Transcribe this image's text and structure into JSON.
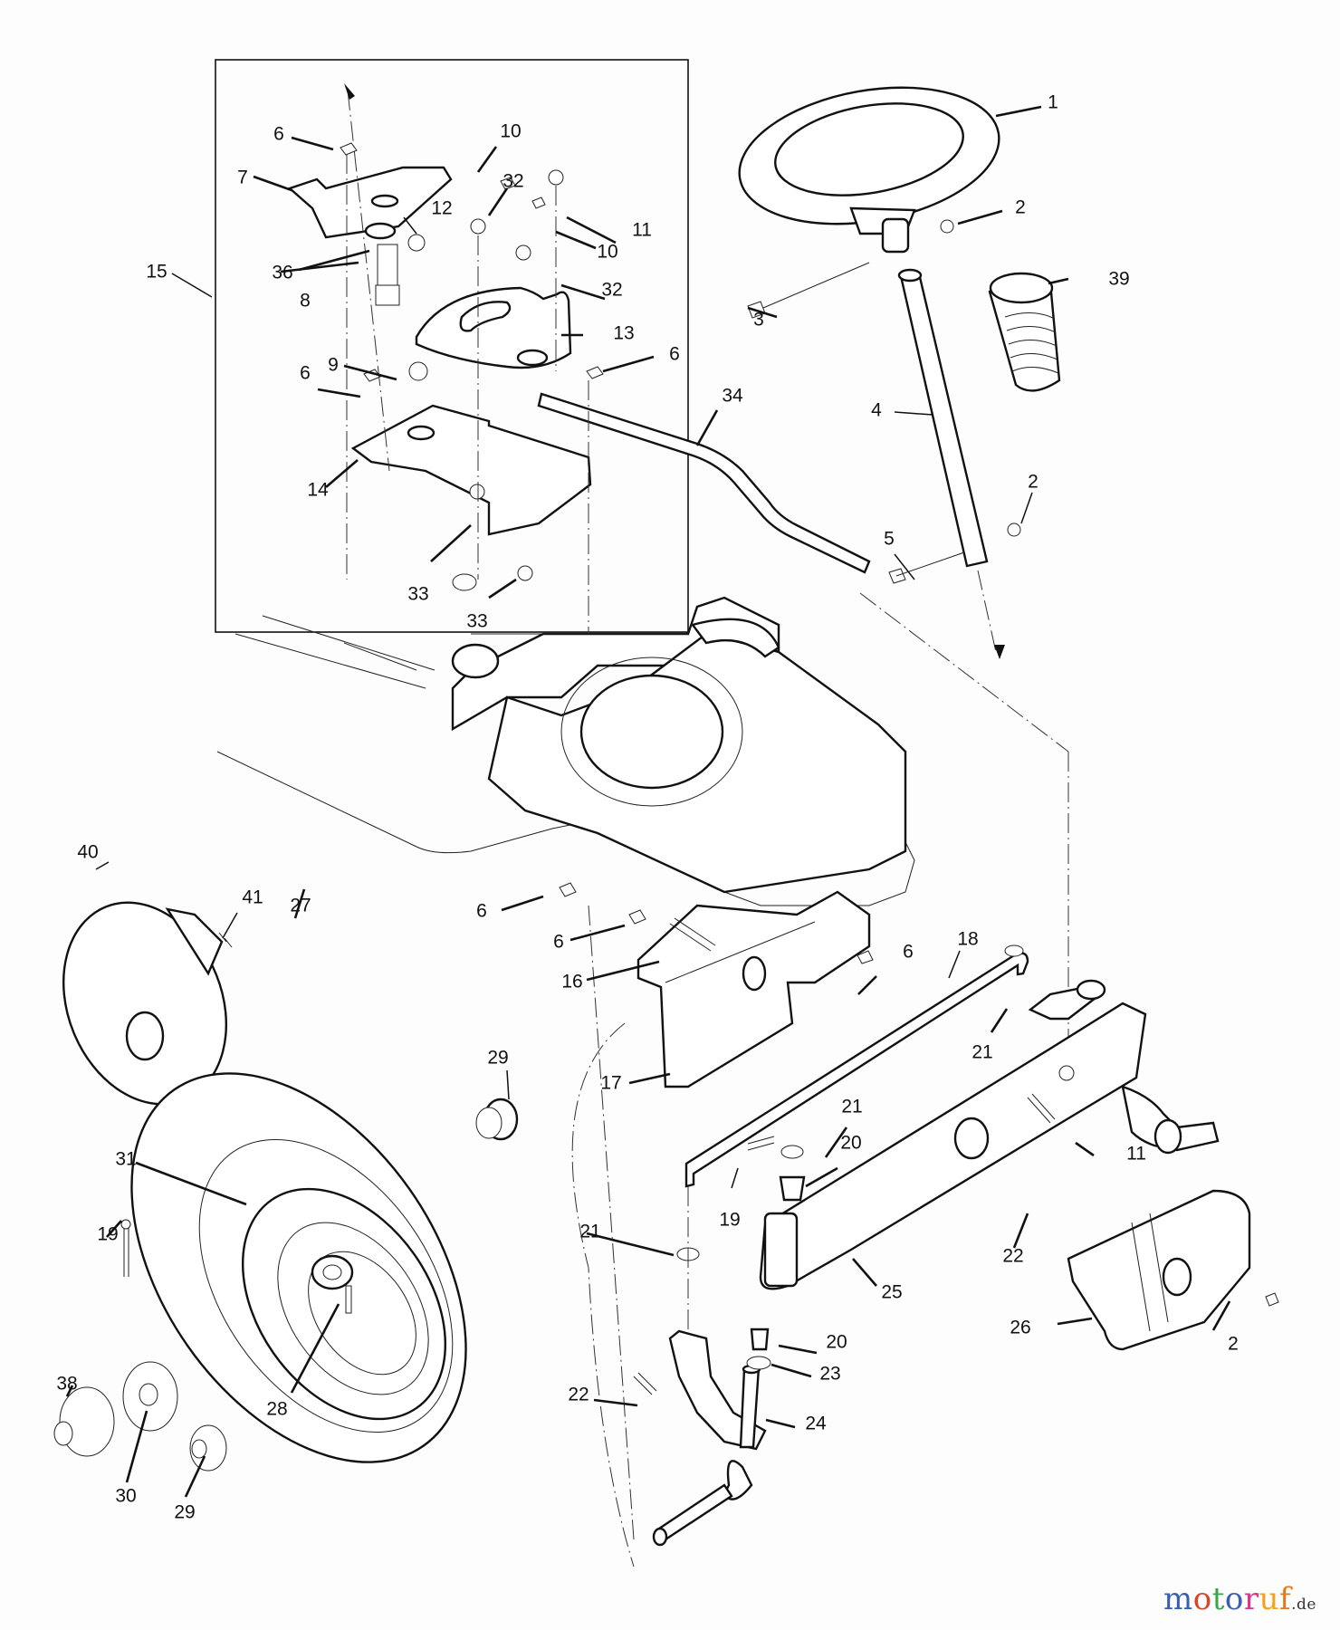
{
  "diagram": {
    "title": "Steering and front axle parts diagram",
    "inset_box_label": "15",
    "watermark": {
      "letters": [
        "m",
        "o",
        "t",
        "o",
        "r",
        "u",
        "f"
      ],
      "colors": [
        "#3a5fb0",
        "#d9452c",
        "#3aa64b",
        "#3a5fb0",
        "#d6368f",
        "#f2a21f",
        "#e07a1f"
      ],
      "tld": ".de"
    },
    "parts": [
      {
        "id": "p1",
        "number": "1",
        "name": "steering-wheel"
      },
      {
        "id": "p2",
        "number": "2",
        "name": "nut"
      },
      {
        "id": "p3",
        "number": "3",
        "name": "bolt"
      },
      {
        "id": "p4",
        "number": "4",
        "name": "steering-shaft"
      },
      {
        "id": "p5",
        "number": "5",
        "name": "bolt"
      },
      {
        "id": "p6",
        "number": "6",
        "name": "screw"
      },
      {
        "id": "p7",
        "number": "7",
        "name": "bracket"
      },
      {
        "id": "p8",
        "number": "8",
        "name": "pinion-gear"
      },
      {
        "id": "p9",
        "number": "9",
        "name": "bushing"
      },
      {
        "id": "p10",
        "number": "10",
        "name": "bolt"
      },
      {
        "id": "p11",
        "number": "11",
        "name": "nut"
      },
      {
        "id": "p12",
        "number": "12",
        "name": "washer"
      },
      {
        "id": "p13",
        "number": "13",
        "name": "sector-gear"
      },
      {
        "id": "p14",
        "number": "14",
        "name": "steering-bracket"
      },
      {
        "id": "p15",
        "number": "15",
        "name": "steering-assembly"
      },
      {
        "id": "p16",
        "number": "16",
        "name": "bolt"
      },
      {
        "id": "p17",
        "number": "17",
        "name": "axle-bracket"
      },
      {
        "id": "p18",
        "number": "18",
        "name": "tie-rod"
      },
      {
        "id": "p19",
        "number": "19",
        "name": "cotter-pin"
      },
      {
        "id": "p20",
        "number": "20",
        "name": "bushing"
      },
      {
        "id": "p21",
        "number": "21",
        "name": "washer"
      },
      {
        "id": "p22",
        "number": "22",
        "name": "cotter-pin"
      },
      {
        "id": "p23",
        "number": "23",
        "name": "washer"
      },
      {
        "id": "p24",
        "number": "24",
        "name": "spindle"
      },
      {
        "id": "p25",
        "number": "25",
        "name": "front-axle"
      },
      {
        "id": "p26",
        "number": "26",
        "name": "axle-cover"
      },
      {
        "id": "p27",
        "number": "27",
        "name": "tire"
      },
      {
        "id": "p28",
        "number": "28",
        "name": "valve-stem"
      },
      {
        "id": "p29",
        "number": "29",
        "name": "bushing"
      },
      {
        "id": "p30",
        "number": "30",
        "name": "washer"
      },
      {
        "id": "p31",
        "number": "31",
        "name": "rim"
      },
      {
        "id": "p32",
        "number": "32",
        "name": "washer"
      },
      {
        "id": "p33",
        "number": "33",
        "name": "nut"
      },
      {
        "id": "p34",
        "number": "34",
        "name": "drag-link"
      },
      {
        "id": "p36",
        "number": "36",
        "name": "bushing"
      },
      {
        "id": "p38",
        "number": "38",
        "name": "hub-cap"
      },
      {
        "id": "p39",
        "number": "39",
        "name": "steering-boot"
      },
      {
        "id": "p40",
        "number": "40",
        "name": "wheel-cover"
      },
      {
        "id": "p41",
        "number": "41",
        "name": "clip"
      }
    ],
    "callouts": [
      {
        "part": "1",
        "text": "1"
      },
      {
        "part": "2",
        "text": "2"
      },
      {
        "part": "2",
        "text": "2"
      },
      {
        "part": "2",
        "text": "2"
      },
      {
        "part": "3",
        "text": "3"
      },
      {
        "part": "4",
        "text": "4"
      },
      {
        "part": "5",
        "text": "5"
      },
      {
        "part": "6",
        "text": "6"
      },
      {
        "part": "6",
        "text": "6"
      },
      {
        "part": "6",
        "text": "6"
      },
      {
        "part": "6",
        "text": "6"
      },
      {
        "part": "6",
        "text": "6"
      },
      {
        "part": "6",
        "text": "6"
      },
      {
        "part": "7",
        "text": "7"
      },
      {
        "part": "8",
        "text": "8"
      },
      {
        "part": "9",
        "text": "9"
      },
      {
        "part": "10",
        "text": "10"
      },
      {
        "part": "10",
        "text": "10"
      },
      {
        "part": "11",
        "text": "11"
      },
      {
        "part": "11",
        "text": "11"
      },
      {
        "part": "12",
        "text": "12"
      },
      {
        "part": "13",
        "text": "13"
      },
      {
        "part": "14",
        "text": "14"
      },
      {
        "part": "15",
        "text": "15"
      },
      {
        "part": "16",
        "text": "16"
      },
      {
        "part": "17",
        "text": "17"
      },
      {
        "part": "18",
        "text": "18"
      },
      {
        "part": "19",
        "text": "19"
      },
      {
        "part": "19",
        "text": "19"
      },
      {
        "part": "20",
        "text": "20"
      },
      {
        "part": "20",
        "text": "20"
      },
      {
        "part": "21",
        "text": "21"
      },
      {
        "part": "21",
        "text": "21"
      },
      {
        "part": "21",
        "text": "21"
      },
      {
        "part": "22",
        "text": "22"
      },
      {
        "part": "22",
        "text": "22"
      },
      {
        "part": "23",
        "text": "23"
      },
      {
        "part": "24",
        "text": "24"
      },
      {
        "part": "25",
        "text": "25"
      },
      {
        "part": "26",
        "text": "26"
      },
      {
        "part": "27",
        "text": "27"
      },
      {
        "part": "28",
        "text": "28"
      },
      {
        "part": "29",
        "text": "29"
      },
      {
        "part": "29",
        "text": "29"
      },
      {
        "part": "30",
        "text": "30"
      },
      {
        "part": "31",
        "text": "31"
      },
      {
        "part": "32",
        "text": "32"
      },
      {
        "part": "32",
        "text": "32"
      },
      {
        "part": "33",
        "text": "33"
      },
      {
        "part": "33",
        "text": "33"
      },
      {
        "part": "34",
        "text": "34"
      },
      {
        "part": "36",
        "text": "36"
      },
      {
        "part": "38",
        "text": "38"
      },
      {
        "part": "39",
        "text": "39"
      },
      {
        "part": "40",
        "text": "40"
      },
      {
        "part": "41",
        "text": "41"
      }
    ]
  }
}
